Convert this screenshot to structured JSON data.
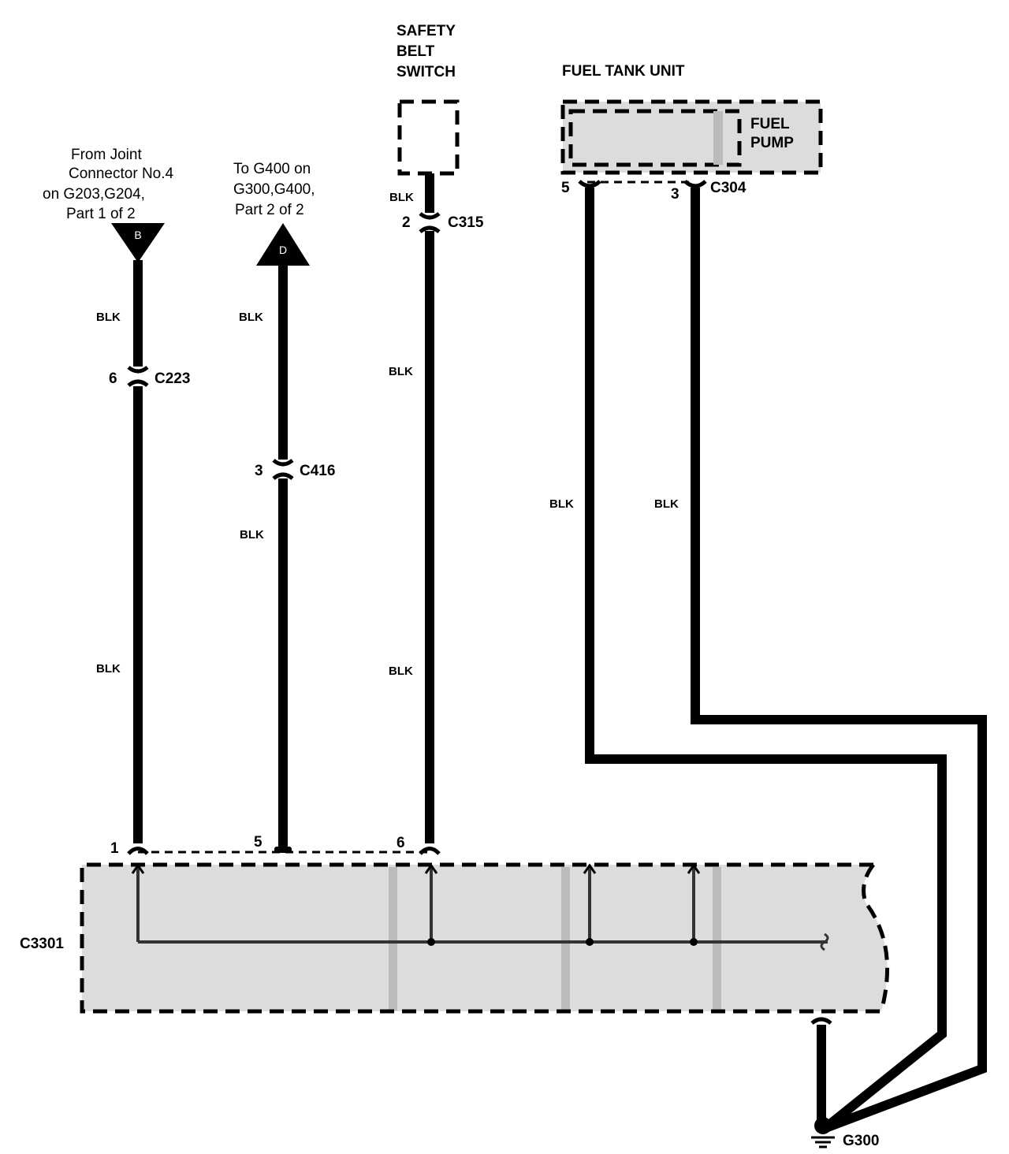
{
  "components": {
    "safety_belt_switch": [
      "SAFETY",
      "BELT",
      "SWITCH"
    ],
    "fuel_tank_unit": "FUEL TANK UNIT",
    "fuel_pump": [
      "FUEL",
      "PUMP"
    ]
  },
  "connector_refs": {
    "joint_connector": [
      "From Joint",
      "Connector No.4",
      "on G203,G204,",
      "Part 1 of 2"
    ],
    "joint_connector_letter": "B",
    "g400_ref": [
      "To G400  on",
      "G300,G400,",
      "Part 2 of 2"
    ],
    "g400_ref_letter": "D"
  },
  "wire_color": "BLK",
  "connectors": {
    "c223": {
      "name": "C223",
      "pin": "6"
    },
    "c416": {
      "name": "C416",
      "pin": "3"
    },
    "c315": {
      "name": "C315",
      "pin": "2"
    },
    "c304": {
      "name": "C304",
      "pin_a": "5",
      "pin_b": "3"
    },
    "c3301": {
      "name": "C3301",
      "pin_1": "1",
      "pin_5": "5",
      "pin_6": "6"
    }
  },
  "ground": {
    "name": "G300"
  }
}
